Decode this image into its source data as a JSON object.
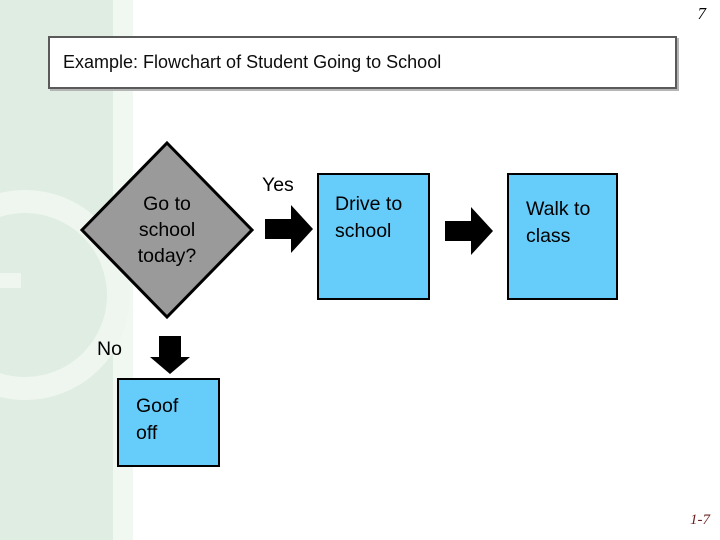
{
  "colors": {
    "band": "#e0ede2",
    "band_light": "#f1f8f2",
    "ring": "#eff6ef",
    "title_border": "#5a5a5a",
    "diamond_fill": "#9a9a9a",
    "process_fill": "#66ccfa",
    "shape_border": "#000000",
    "arrow": "#000000",
    "footer_number": "#6b2020"
  },
  "header": {
    "slide_number": "7",
    "title": "Example: Flowchart of Student Going to School"
  },
  "footer": {
    "page_number": "1-7"
  },
  "flowchart": {
    "decision": {
      "label": "Go to\nschool\ntoday?"
    },
    "yes_label": "Yes",
    "no_label": "No",
    "steps": {
      "drive": "Drive to\nschool",
      "walk": "Walk to\nclass",
      "goof": "Goof\noff"
    }
  }
}
